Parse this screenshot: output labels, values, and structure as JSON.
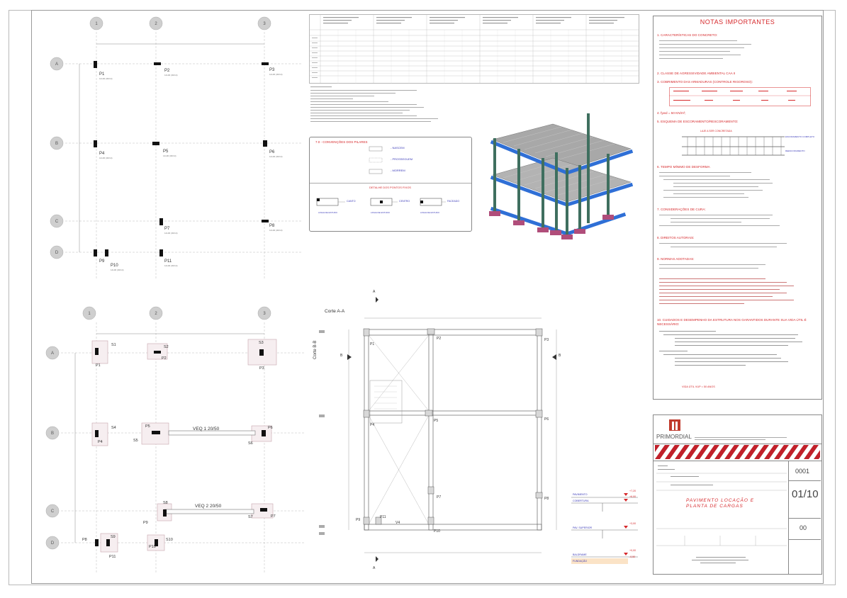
{
  "upper_plan": {
    "axes_numbers": [
      "1",
      "2",
      "3"
    ],
    "axes_letters": [
      "A",
      "B",
      "C",
      "D"
    ],
    "pillars": [
      "P1",
      "P2",
      "P3",
      "P4",
      "P5",
      "P6",
      "P7",
      "P8",
      "P9",
      "P10",
      "P11"
    ]
  },
  "lower_plan": {
    "axes_numbers": [
      "1",
      "2",
      "3"
    ],
    "axes_letters": [
      "A",
      "B",
      "C",
      "D"
    ],
    "beam1": "VEQ 1 20/50",
    "beam2": "VEQ 2 20/50",
    "labels": [
      "S1",
      "S2",
      "S3",
      "S4",
      "S5",
      "S6",
      "S7",
      "S8",
      "S9",
      "S10",
      "P1",
      "P2",
      "P3",
      "P4",
      "P5",
      "P6",
      "P7",
      "P8",
      "P9",
      "P10",
      "P11"
    ]
  },
  "section": {
    "title": "Corte A-A",
    "side_title": "Corte B-B",
    "pillars": [
      "P1",
      "P2",
      "P3",
      "P4",
      "P5",
      "P6",
      "P7",
      "P8",
      "P9",
      "P10",
      "P11"
    ],
    "beam": "V4",
    "marker_a": "A",
    "marker_b": "B"
  },
  "legend": {
    "title": "7.0 - CONVENÇÕES DOS PILARES",
    "items": [
      "- NASCEM",
      "- PROSSEGUEM",
      "- MORREM"
    ],
    "subtitle": "DETALHE DOS PONTOS FIXOS",
    "details": [
      "CANTO",
      "CENTRO",
      "FACEADO"
    ],
    "face_label": "LINHA DE ESTUDO"
  },
  "elevations": {
    "labels": [
      "PAVIMENTO",
      "COBERTURA",
      "PAV. SUPERIOR",
      "BALDRAME",
      "FUNDAÇÃO"
    ],
    "levels": [
      "+7,20",
      "+6,00",
      "+3,00",
      "+0,00",
      "-0,50"
    ]
  },
  "notes": {
    "title": "NOTAS IMPORTANTES",
    "headers": [
      "1. CARACTERÍSTICAS DO CONCRETO:",
      "2. CLASSE DE AGRESSIVIDADE AMBIENTAL CAA II",
      "3. COBRIMENTO DAS ARMADURAS (CONTROLE RIGOROSO):",
      "4. fywd = 50 KN/m²;",
      "5. ESQUEMA DE ESCORAMENTO/RESCORAMENTO:",
      "6. TEMPO MÍNIMO DE DESFORMA",
      "7. CONSIDERAÇÕES DE CURA:",
      "8. DIREITOS AUTORAIS:",
      "9. NORMAS ADOTADAS:",
      "10. CUIDADOS E DESEMPENHO DA ESTRUTURA NOS GARANTIDOS DURANTE SUA VIDA ÚTIL É NECESSÁRIO:"
    ],
    "scheme_label": "LAJE A SER CONCRETADA",
    "scheme_side1": "ESCORAMENTO COMPLETO",
    "scheme_side2": "REESCORAMENTO",
    "vida_util": "VIDA ÚTIL         VUP      = 50 ANOS"
  },
  "title_block": {
    "company": "PRIMORDIAL",
    "sheet_code": "0001",
    "sheet_number": "01/10",
    "revision": "00",
    "drawing_title": "PAVIMENTO LOCAÇÃO E PLANTA DE CARGAS"
  },
  "colors": {
    "accent_red": "#d6282b",
    "beam_blue": "#2f6fd6",
    "pillar_green": "#3f6f5f",
    "base_pink": "#b04d7a",
    "label_blue": "#3a3ab8"
  }
}
